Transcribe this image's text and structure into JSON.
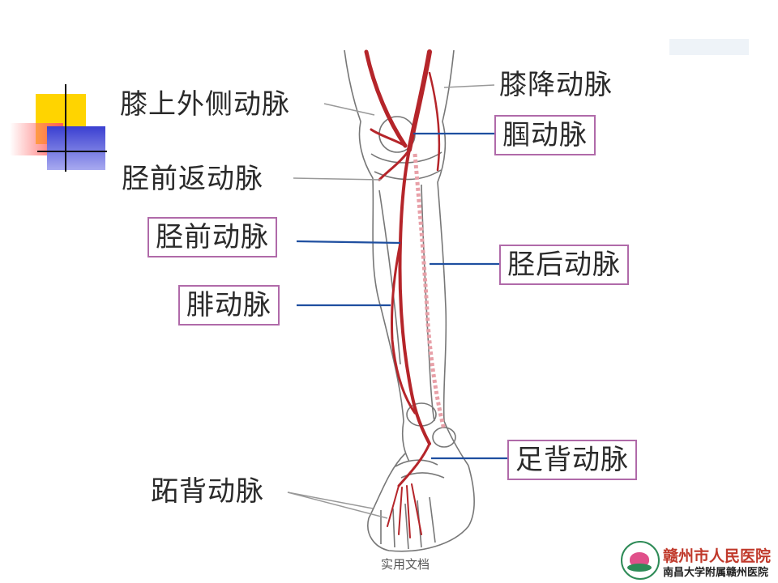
{
  "labels": {
    "genu_desc": "膝降动脉",
    "genu_sup_lat": "膝上外侧动脉",
    "popliteal": "腘动脉",
    "ant_tib_recurrent": "胫前返动脉",
    "ant_tibial": "胫前动脉",
    "post_tibial": "胫后动脉",
    "peroneal": "腓动脉",
    "dorsalis_pedis": "足背动脉",
    "metatarsal_dorsal": "跖背动脉"
  },
  "footer": {
    "caption": "实用文档",
    "hospital_name": "赣州市人民医院",
    "hospital_sub": "南昌大学附属赣州医院"
  },
  "colors": {
    "artery": "#b5252a",
    "leader_blue": "#1f4fa0",
    "leader_gray": "#999999",
    "box_border": "#b06aa9",
    "deco_yellow": "#ffd400",
    "deco_blue": "#3a3fd1",
    "deco_red": "#ff4d4d"
  }
}
